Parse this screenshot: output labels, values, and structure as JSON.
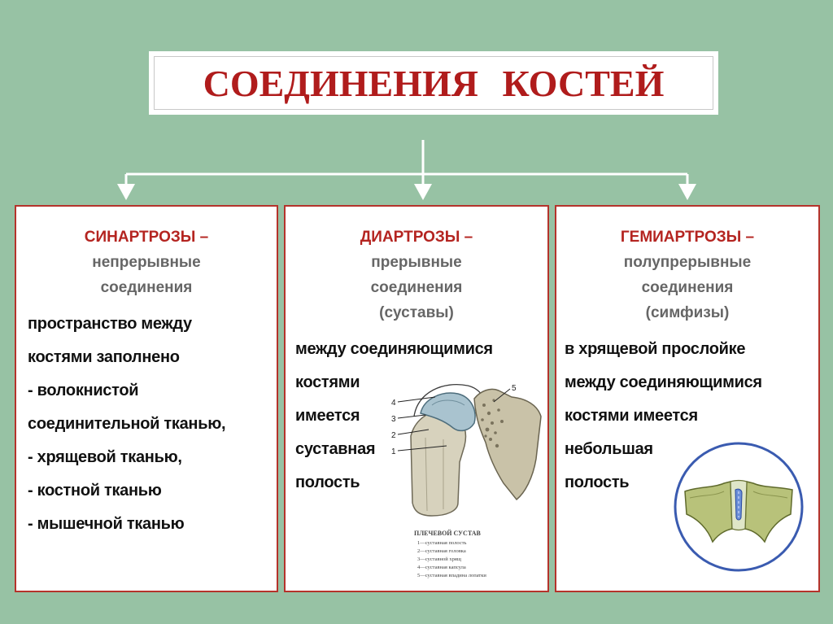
{
  "title": "СОЕДИНЕНИЯ   КОСТЕЙ",
  "colors": {
    "background": "#97c2a4",
    "title_text": "#b01c1c",
    "heading": "#b42420",
    "subheading": "#666666",
    "card_border": "#b5332b",
    "connector": "#ffffff"
  },
  "cards": [
    {
      "heading": "СИНАРТРОЗЫ –",
      "sub": [
        "непрерывные",
        "соединения"
      ],
      "body": [
        "пространство между",
        "костями заполнено",
        "- волокнистой",
        "соединительной тканью,",
        "- хрящевой тканью,",
        "- костной тканью",
        "- мышечной тканью"
      ]
    },
    {
      "heading": "ДИАРТРОЗЫ –",
      "sub": [
        "прерывные",
        "соединения",
        "(суставы)"
      ],
      "body": [
        "между соединяющимися",
        "костями",
        "имеется",
        "суставная",
        "полость"
      ],
      "figure": {
        "icon": "shoulder-joint-illustration",
        "callouts": [
          "4",
          "3",
          "2",
          "1",
          "5"
        ],
        "caption_title": "ПЛЕЧЕВОЙ СУСТАВ",
        "caption_lines": [
          "1—суставная полость",
          "2—суставная головка",
          "3—суставной хрящ",
          "4—суставная капсула",
          "5—суставная впадина лопатки"
        ]
      }
    },
    {
      "heading": "ГЕМИАРТРОЗЫ –",
      "sub": [
        "полупрерывные",
        "соединения",
        "(симфизы)"
      ],
      "body": [
        "в хрящевой прослойке",
        "между соединяющимися",
        "костями имеется",
        "небольшая",
        "полость"
      ],
      "figure": {
        "icon": "pubic-symphysis-illustration"
      }
    }
  ]
}
